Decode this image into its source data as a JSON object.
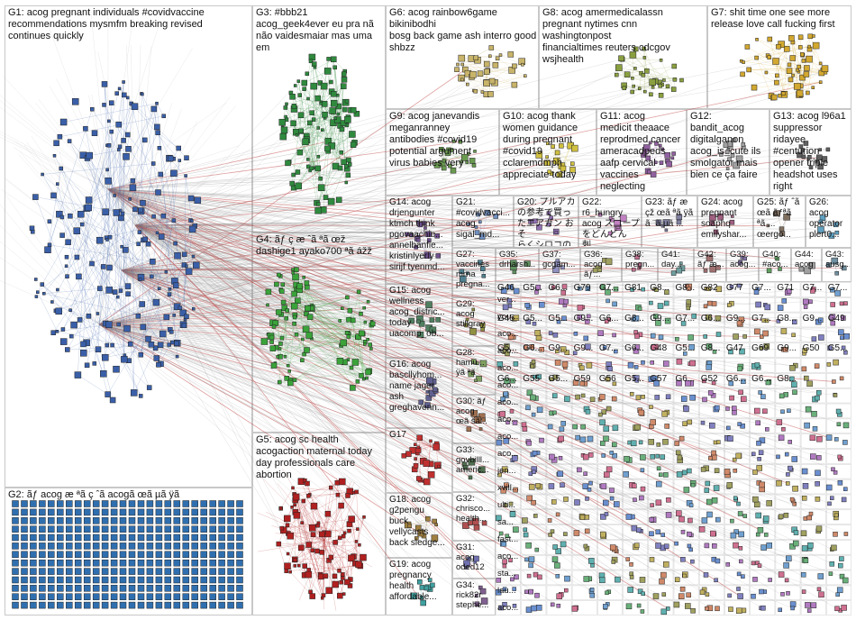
{
  "groups": [
    {
      "id": "G1",
      "label": "G1: acog pregnant individuals #covidvaccine\nrecommendations mysmfm breaking revised\ncontinues quickly",
      "color": "#3a5fa8",
      "kind": "cluster"
    },
    {
      "id": "G2",
      "label": "G2: ãƒ acog æ ªã ç ˆã acogã œã µã ÿã",
      "color": "#2f6fb0",
      "kind": "grid"
    },
    {
      "id": "G3",
      "label": "G3: #bbb21\nacog_geek4ever eu pra nã\nnão vaidesmaiar mas uma\nem",
      "color": "#2f8a3e",
      "kind": "cluster"
    },
    {
      "id": "G4",
      "label": "G4: ãƒ ç æ ˆã ªã œž\ndashige1 ayako700 ªã ážž",
      "color": "#3aa33a",
      "kind": "cluster"
    },
    {
      "id": "G5",
      "label": "G5: acog sc health\nacogaction maternal today\nday professionals care\nabortion",
      "color": "#b02020",
      "kind": "cluster"
    },
    {
      "id": "G6",
      "label": "G6: acog rainbow6game bikinibodhi\nbosg back game ash interro good\nshbzz",
      "color": "#c8b46a",
      "kind": "cluster"
    },
    {
      "id": "G7",
      "label": "G7: shit time one see more\nrelease love call fucking first",
      "color": "#d2a830",
      "kind": "cluster"
    },
    {
      "id": "G8",
      "label": "G8: acog amermedicalassn\npregnant nytimes cnn\nwashingtonpost\nfinancialtimes reuters cdcgov\nwsjhealth",
      "color": "#8aa040",
      "kind": "cluster"
    },
    {
      "id": "G9",
      "label": "G9: acog janevandis\nmeganranney\nantibodies #covid19\npotential argument\nvirus babies very",
      "color": "#6a9a50",
      "kind": "cluster"
    },
    {
      "id": "G10",
      "label": "G10: acog thank\nwomen guidance\nduring pregnant\n#covid19\ncclaremdmph\nappreciate today",
      "color": "#d0c040",
      "kind": "cluster"
    },
    {
      "id": "G11",
      "label": "G11: acog\nmedicit theaace\nreprodmed cancer\nameracadpeds\naafp cervical\nvaccines\nneglecting",
      "color": "#9060a0",
      "kind": "cluster"
    },
    {
      "id": "G12",
      "label": "G12:\nbandit_acog\ndigitalganon\nacog_is_cute ils\nsmolgator mais\nbien ce ça faire",
      "color": "#a0a0a0",
      "kind": "cluster"
    },
    {
      "id": "G13",
      "label": "G13: acog l96a1\nsuppressor\nridayee\n#centurion\nopener triple\nheadshot uses\nright",
      "color": "#606060",
      "kind": "cluster"
    },
    {
      "id": "G14",
      "label": "G14: acog\ndrjengunter\nktmch think\npgovaachie...\nannelbanfie...\nkristinlyerly\nsirijf tyenmd...",
      "color": "#705090",
      "kind": "cluster"
    },
    {
      "id": "G15",
      "label": "G15: acog\nwellness\nacog_distric...\ntoday\nuacomp_ob...",
      "color": "#508060",
      "kind": "cluster"
    },
    {
      "id": "G16",
      "label": "G16: acog\nbascllyhom...\nname jager\nash\ngreghavenn...",
      "color": "#606090",
      "kind": "cluster"
    },
    {
      "id": "G17",
      "label": "G17",
      "color": "#c03030",
      "kind": "cluster"
    },
    {
      "id": "G18",
      "label": "G18: acog\ng2pengu\nbuck\nvellycasts\nback sledge...",
      "color": "#a08040",
      "kind": "cluster"
    },
    {
      "id": "G19",
      "label": "G19: acog\npregnancy\nhealth\naffordable...",
      "color": "#40a0a0",
      "kind": "cluster"
    },
    {
      "id": "G20",
      "label": "G20: プルアカ\nの参考で買っ\nたエアガン おそ\nらくシロコのシ...",
      "color": "#9070b0",
      "kind": "cluster"
    },
    {
      "id": "G21",
      "label": "G21:\n#covidvacci...\nacog\nsigal_md...",
      "color": "#7090c0",
      "kind": "cluster"
    },
    {
      "id": "G22",
      "label": "G22:\nr6_hungry\nacog スコープ\nをどんどん刺...",
      "color": "#c080c0",
      "kind": "cluster"
    },
    {
      "id": "G23",
      "label": "G23: ãƒ æ\nçž œã ªã ÿã\nã ¨ã µã ...",
      "color": "#8080a0",
      "kind": "cluster"
    },
    {
      "id": "G24",
      "label": "G24: acog\npregnant\nsoaphq\nemilyshar...",
      "color": "#a06080",
      "kind": "cluster"
    },
    {
      "id": "G25",
      "label": "G25: ãƒ ˆã\nœã ãƒªã\nªã ...\nœergo...",
      "color": "#807060",
      "kind": "cluster"
    },
    {
      "id": "G26",
      "label": "G26:\nacog\noperator\nplert0...",
      "color": "#60a0c0",
      "kind": "cluster"
    },
    {
      "id": "G27",
      "label": "G27:\nvaccines\nmrna\npregna...",
      "color": "#508090",
      "kind": "cluster"
    },
    {
      "id": "G28",
      "label": "G28:\nhamu...\nÿã ªã",
      "color": "#80a060",
      "kind": "cluster"
    },
    {
      "id": "G29",
      "label": "G29:\nacog\nstillgray",
      "color": "#909040",
      "kind": "cluster"
    },
    {
      "id": "G30",
      "label": "G30: ãƒ\nacog\nœã šã...",
      "color": "#a07050",
      "kind": "cluster"
    },
    {
      "id": "G31",
      "label": "G31:\nacog\noded12",
      "color": "#7070b0",
      "kind": "cluster"
    },
    {
      "id": "G32",
      "label": "G32:\nchrisco...\nhealth...",
      "color": "#b05050",
      "kind": "cluster"
    },
    {
      "id": "G33",
      "label": "G33:\ngovbilll...\nameric...",
      "color": "#507050",
      "kind": "cluster"
    },
    {
      "id": "G34",
      "label": "G34:\nrick82r\nstephe...",
      "color": "#806090",
      "kind": "cluster"
    },
    {
      "id": "G35",
      "label": "G35:\ndrharsh...",
      "color": "#609060",
      "kind": "cluster"
    },
    {
      "id": "G37",
      "label": "G37:\ngcgam...",
      "color": "#9090c0",
      "kind": "cluster"
    },
    {
      "id": "G36",
      "label": "G36:\nacog ãƒ...",
      "color": "#a0a060",
      "kind": "cluster"
    },
    {
      "id": "G38",
      "label": "G38:\npregn...",
      "color": "#c07090",
      "kind": "cluster"
    },
    {
      "id": "G41",
      "label": "G41:\nday...",
      "color": "#70a0a0",
      "kind": "cluster"
    },
    {
      "id": "G42",
      "label": "G42: ãƒ æ...",
      "color": "#a07070",
      "kind": "cluster"
    },
    {
      "id": "G39",
      "label": "G39:\nacog...",
      "color": "#8070a0",
      "kind": "cluster"
    },
    {
      "id": "G40",
      "label": "G40:\n#aco...",
      "color": "#60a060",
      "kind": "cluster"
    },
    {
      "id": "G44",
      "label": "G44:\nacog",
      "color": "#a0a0a0",
      "kind": "cluster"
    },
    {
      "id": "G43",
      "label": "G43:\nausg...",
      "color": "#7090a0",
      "kind": "cluster"
    }
  ],
  "small_group_labels": [
    "G46",
    "G5...",
    "G6...",
    "G79",
    "G7...",
    "G81",
    "G8...",
    "G8...",
    "G82",
    "G77",
    "G7...",
    "G71",
    "G7...",
    "G7...",
    "G45",
    "G5...",
    "G5...",
    "G9...",
    "G6...",
    "G8...",
    "G9...",
    "G7...",
    "G6...",
    "G9...",
    "G7...",
    "G8...",
    "G9...",
    "G49",
    "G5...",
    "G6...",
    "G9...",
    "G9...",
    "G7...",
    "G6...",
    "G48",
    "G5...",
    "G8...",
    "G47",
    "G69",
    "G9...",
    "G50",
    "G5...",
    "G6...",
    "G55",
    "G5...",
    "G59",
    "G56",
    "G5...",
    "G57",
    "G6...",
    "G52",
    "G6...",
    "G6...",
    "G8..."
  ],
  "small_group_texts": [
    "ver...",
    "you...",
    "aco...",
    "aco...",
    "aco...",
    "aco...",
    "aco...",
    "aco...",
    "aco...",
    "aco...",
    "jen...",
    "xvill...",
    "ulti...",
    "sa...",
    "fast...",
    "aco...",
    "sta...",
    "lau...",
    "aco..."
  ]
}
